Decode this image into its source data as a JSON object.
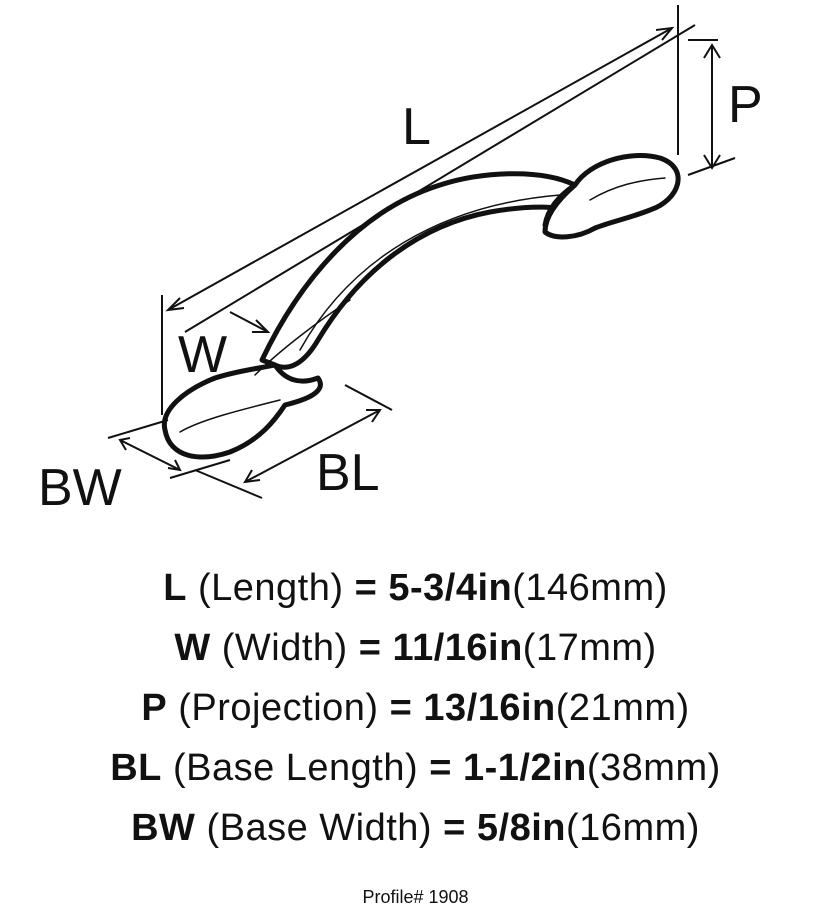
{
  "diagram": {
    "labels": {
      "L": "L",
      "P": "P",
      "W": "W",
      "BW": "BW",
      "BL": "BL"
    }
  },
  "specs": [
    {
      "abbr": "L",
      "name": "(Length)",
      "eq": "=",
      "imperial": "5-3/4in",
      "metric": "(146mm)"
    },
    {
      "abbr": "W",
      "name": "(Width)",
      "eq": "=",
      "imperial": "11/16in",
      "metric": "(17mm)"
    },
    {
      "abbr": "P",
      "name": "(Projection)",
      "eq": "=",
      "imperial": "13/16in",
      "metric": "(21mm)"
    },
    {
      "abbr": "BL",
      "name": "(Base Length)",
      "eq": "=",
      "imperial": "1-1/2in",
      "metric": "(38mm)"
    },
    {
      "abbr": "BW",
      "name": "(Base Width)",
      "eq": "=",
      "imperial": "5/8in",
      "metric": "(16mm)"
    }
  ],
  "profile": "Profile# 1908"
}
